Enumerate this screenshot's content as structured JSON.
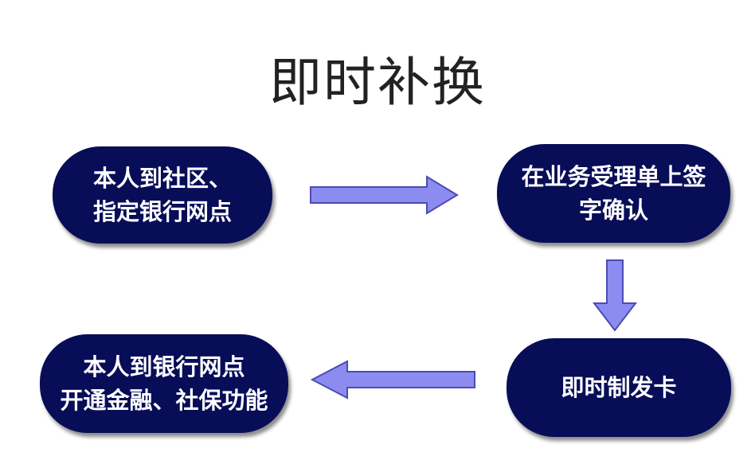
{
  "title": "即时补换",
  "steps": [
    {
      "lines": [
        "本人到社区、",
        "指定银行网点"
      ]
    },
    {
      "lines": [
        "在业务受理单上签",
        "字确认"
      ]
    },
    {
      "lines": [
        "即时制发卡"
      ]
    },
    {
      "lines": [
        "本人到银行网点",
        "开通金融、社保功能"
      ]
    }
  ],
  "colors": {
    "box_fill": "#080d58",
    "box_text": "#ffffff",
    "arrow_fill": "#8c8cf0",
    "arrow_stroke": "#4b4bb4"
  }
}
